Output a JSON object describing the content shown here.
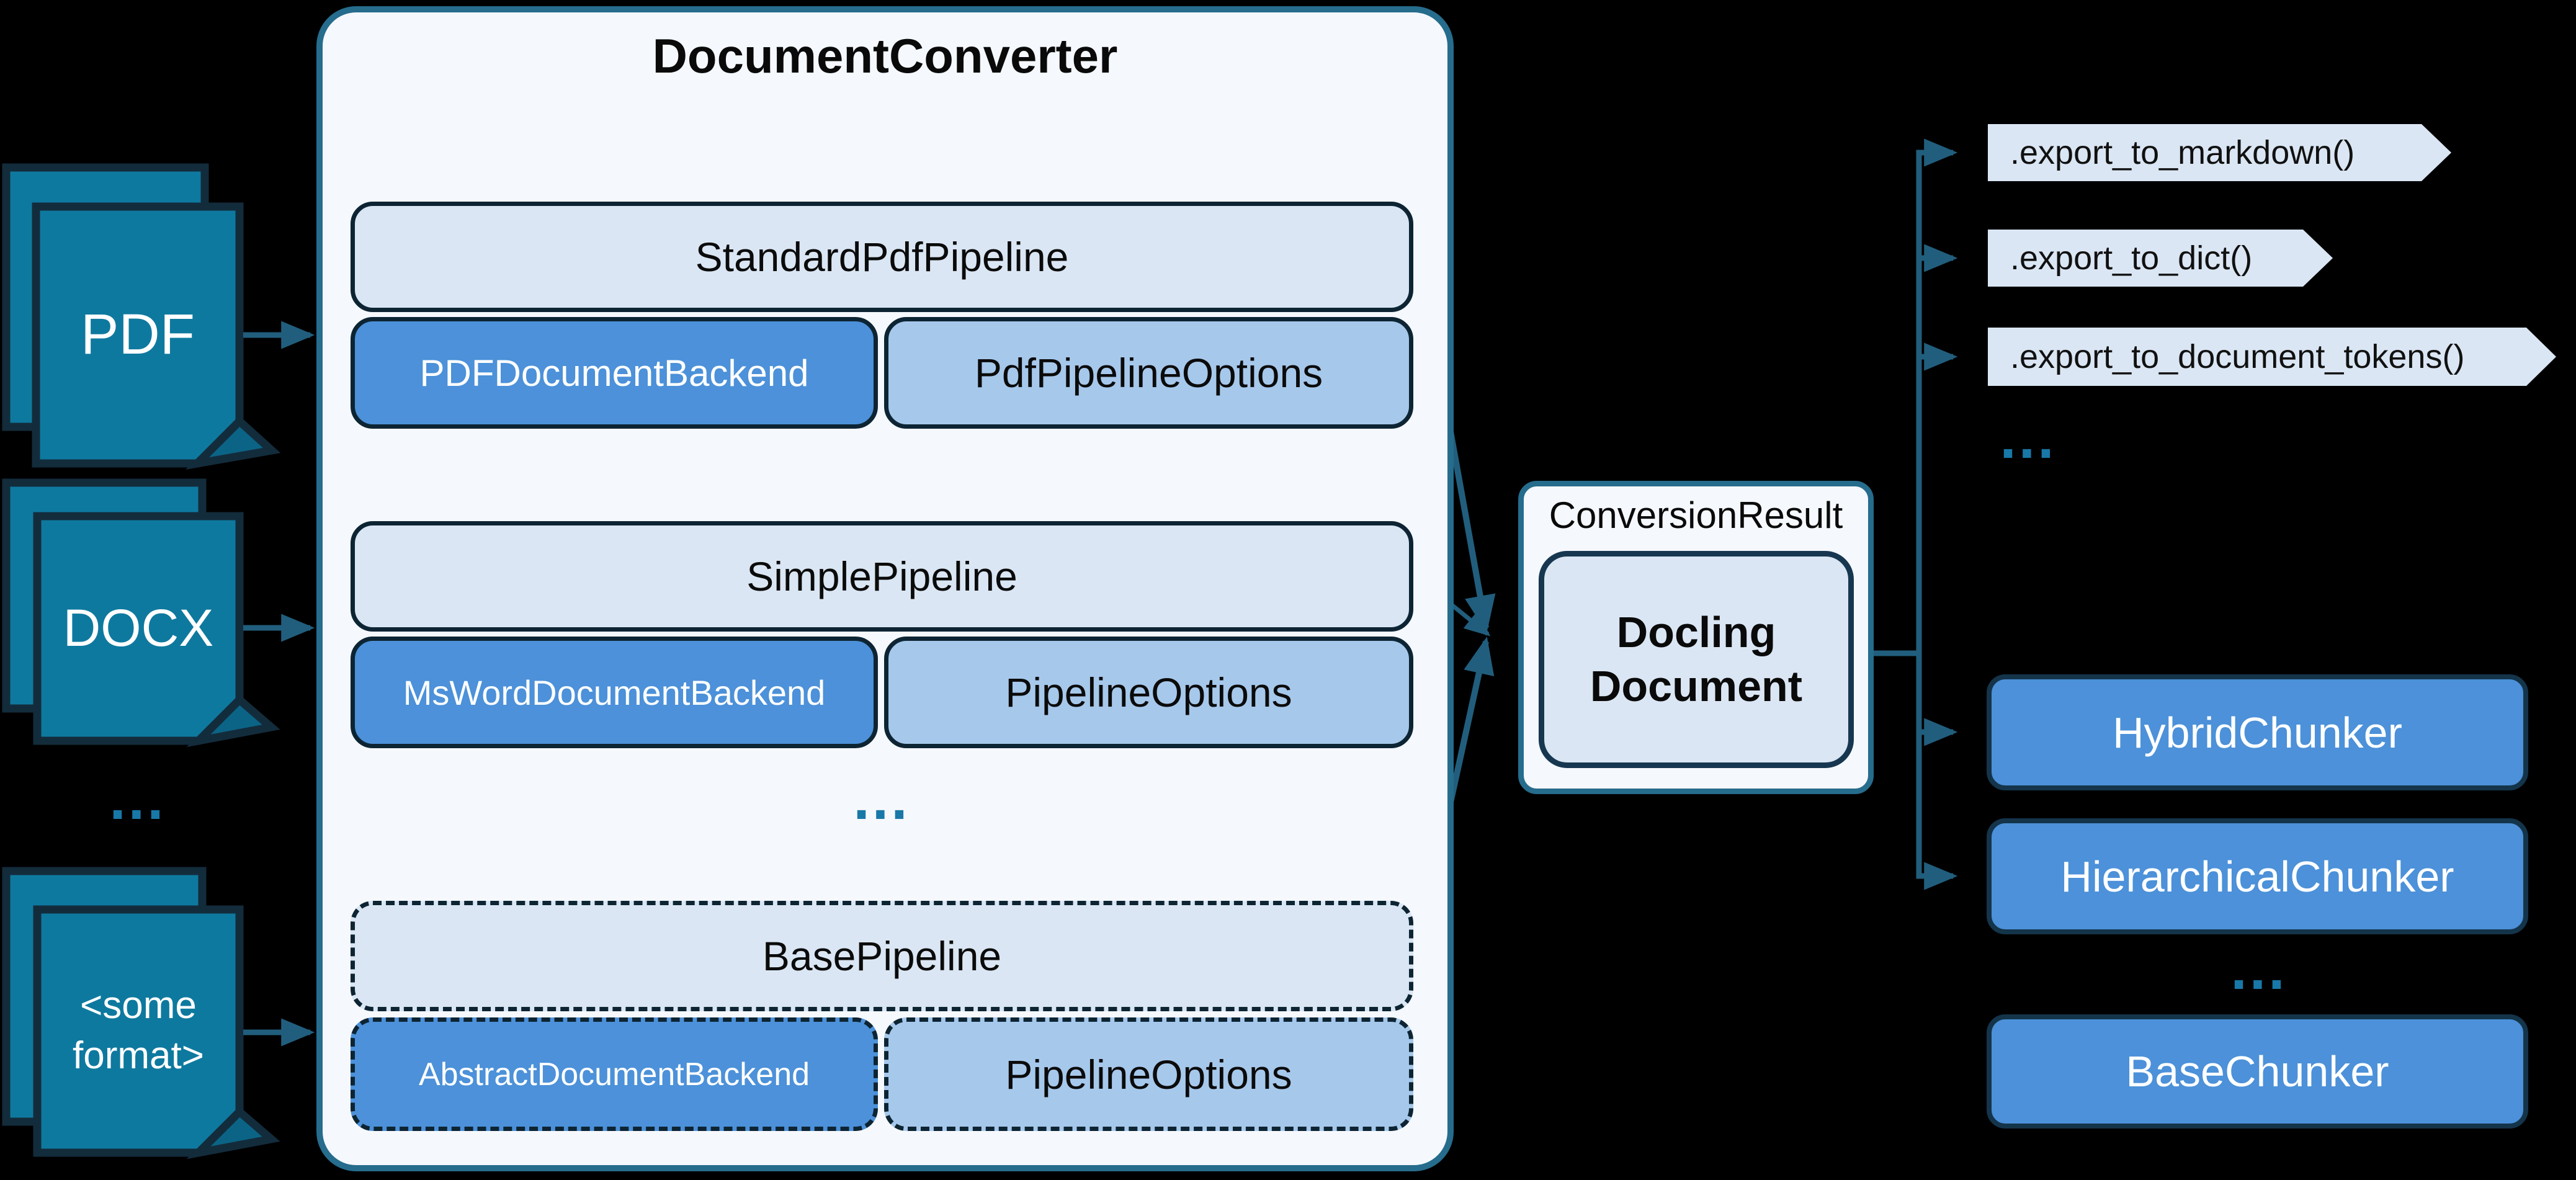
{
  "diagram": {
    "background": "#000000",
    "colors": {
      "connector_teal": "#215e7d",
      "dot_teal": "#1878a8",
      "page_fill": "#0e799f",
      "page_fold_fill": "#0b6486",
      "page_border": "#132c3c",
      "box_border_dark": "#0d2433",
      "converter_border": "#266c8c",
      "panel_bg": "#f5f8fd",
      "light_blue": "#dae6f3",
      "mid_blue": "#a6c8eb",
      "bright_blue": "#4c91d9",
      "docling_border": "#173750"
    },
    "inputs": {
      "pdf": "PDF",
      "docx": "DOCX",
      "other": "<some format>",
      "ellipsis": "..."
    },
    "converter": {
      "title": "DocumentConverter",
      "groups": [
        {
          "pipeline": "StandardPdfPipeline",
          "backend": "PDFDocumentBackend",
          "options": "PdfPipelineOptions"
        },
        {
          "pipeline": "SimplePipeline",
          "backend": "MsWordDocumentBackend",
          "options": "PipelineOptions"
        },
        {
          "pipeline": "BasePipeline",
          "backend": "AbstractDocumentBackend",
          "options": "PipelineOptions"
        }
      ],
      "ellipsis": "..."
    },
    "result": {
      "label": "ConversionResult",
      "document": "Docling Document"
    },
    "exports": {
      "items": [
        ".export_to_markdown()",
        ".export_to_dict()",
        ".export_to_document_tokens()"
      ],
      "ellipsis": "..."
    },
    "chunkers": {
      "items": [
        "HybridChunker",
        "HierarchicalChunker"
      ],
      "base": "BaseChunker",
      "ellipsis": "..."
    }
  }
}
